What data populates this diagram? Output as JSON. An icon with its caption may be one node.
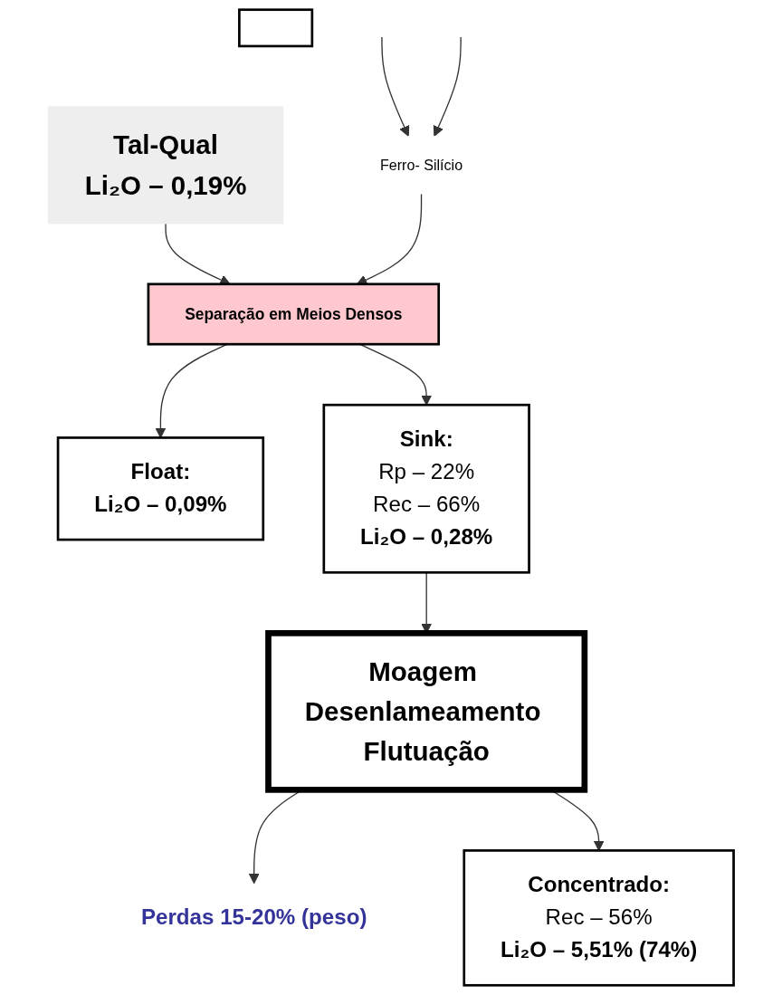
{
  "diagram": {
    "nodes": [
      {
        "text": [
          "Tal-Qual",
          "Li₂O – 0,19%"
        ]
      },
      {
        "text": [
          "Separação em Meios Densos"
        ]
      },
      {
        "text": [
          "Ferro- Silício"
        ]
      },
      {
        "text": [
          "Float:",
          "Li₂O – 0,09%"
        ]
      },
      {
        "text": [
          "Sink:",
          "Rp – 22%",
          "Rec – 66%",
          "Li₂O – 0,28%"
        ]
      },
      {
        "text": [],
        "shape": "box"
      },
      {
        "text": [
          "Perdas 15-20% (peso)"
        ]
      },
      {
        "text": [
          "Moagem Desenlameamento Flutuação"
        ]
      },
      {
        "text": [
          "Concentrado:",
          "Rec – 56%",
          "Li₂O – 5,51% (74%)"
        ]
      }
    ],
    "edges": [
      {
        "from": 0,
        "to": 1,
        "arrow": "to"
      },
      {
        "from": 1,
        "to": 3,
        "arrow": "to"
      },
      {
        "from": 1,
        "to": 4,
        "arrow": "to"
      },
      {
        "from": null,
        "to": 2,
        "arrow": "to"
      },
      {
        "from": null,
        "to": 2,
        "arrow": "to"
      },
      {
        "from": 2,
        "to": 1,
        "arrow": "to"
      },
      {
        "from": 4,
        "to": 7,
        "arrow": "to"
      },
      {
        "from": 7,
        "to": 6,
        "arrow": "to"
      },
      {
        "from": 7,
        "to": 8,
        "arrow": "to"
      }
    ]
  }
}
